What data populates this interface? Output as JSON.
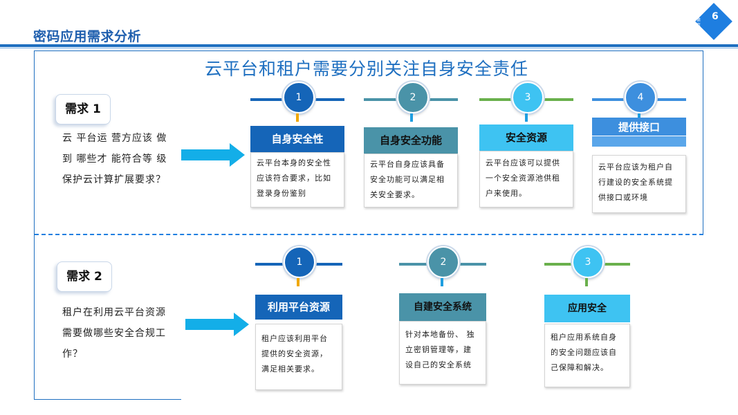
{
  "slide_title": "密码应用需求分析",
  "page_number": "6",
  "page_badge_mini": "第 页",
  "main_heading": "云平台和租户需要分别关注自身安全责任",
  "requirement_1": {
    "label": "需求 1",
    "question_lines": [
      "云 平台运 营方应该 做",
      "到 哪些才 能符合等 级",
      "保护云计算扩展要求？"
    ]
  },
  "requirement_2": {
    "label": "需求 2",
    "question_lines": [
      "租户在利用云平台资源",
      "需要做哪些安全合规工",
      "作？"
    ]
  },
  "row1_cards": [
    {
      "number": "1",
      "title": "自身安全性",
      "desc_lines": [
        "云平台本身的安全性",
        "应该符合要求，比如",
        "登录身份鉴别"
      ],
      "color": "#1565b8"
    },
    {
      "number": "2",
      "title": "自身安全功能",
      "desc_lines": [
        "云平台自身应该具备",
        "安全功能可以满足相",
        "关安全要求。"
      ],
      "color": "#4a93a8"
    },
    {
      "number": "3",
      "title": "安全资源",
      "desc_lines": [
        "云平台应该可以提供",
        "一个安全资源池供租",
        "户来使用。"
      ],
      "color": "#3ec3f2"
    },
    {
      "number": "4",
      "title": "提供接口",
      "desc_lines": [
        "云平台应该为租户自",
        "行建设的安全系统提",
        "供接口或环境"
      ],
      "color": "#3d8fde"
    }
  ],
  "row2_cards": [
    {
      "number": "1",
      "title": "利用平台资源",
      "desc_lines": [
        "租户应该利用平台",
        "提供的安全资源，",
        "满足相关要求。"
      ],
      "color": "#1565b8"
    },
    {
      "number": "2",
      "title": "自建安全系统",
      "desc_lines": [
        "针对本地备份、 独",
        "立密钥管理等，建",
        "设自己的安全系统"
      ],
      "color": "#4a93a8"
    },
    {
      "number": "3",
      "title": "应用安全",
      "desc_lines": [
        "租户应用系统自身",
        "的安全问题应该自",
        "己保障和解决。"
      ],
      "color": "#3ec3f2"
    }
  ],
  "colors": {
    "header_blue": "#1e6fc0",
    "arrow_blue": "#13aee8",
    "title_blue": "#1f5fae"
  }
}
